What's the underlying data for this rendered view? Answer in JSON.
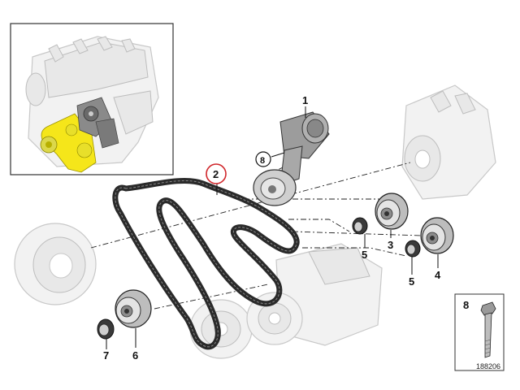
{
  "diagram": {
    "reference_number": "188206",
    "callouts": [
      {
        "id": "part-1",
        "label": "1"
      },
      {
        "id": "part-2",
        "label": "2",
        "highlighted": true
      },
      {
        "id": "part-3",
        "label": "3"
      },
      {
        "id": "part-4",
        "label": "4"
      },
      {
        "id": "part-5a",
        "label": "5"
      },
      {
        "id": "part-5b",
        "label": "5"
      },
      {
        "id": "part-6",
        "label": "6"
      },
      {
        "id": "part-7",
        "label": "7"
      },
      {
        "id": "part-8-circle",
        "label": "8"
      },
      {
        "id": "part-8-box",
        "label": "8"
      }
    ],
    "colors": {
      "highlight_circle": "#d0262b",
      "engine_highlight": "#f5e61a",
      "belt": "#2a2a2a",
      "ghost_parts": "#e8e8e8"
    }
  }
}
